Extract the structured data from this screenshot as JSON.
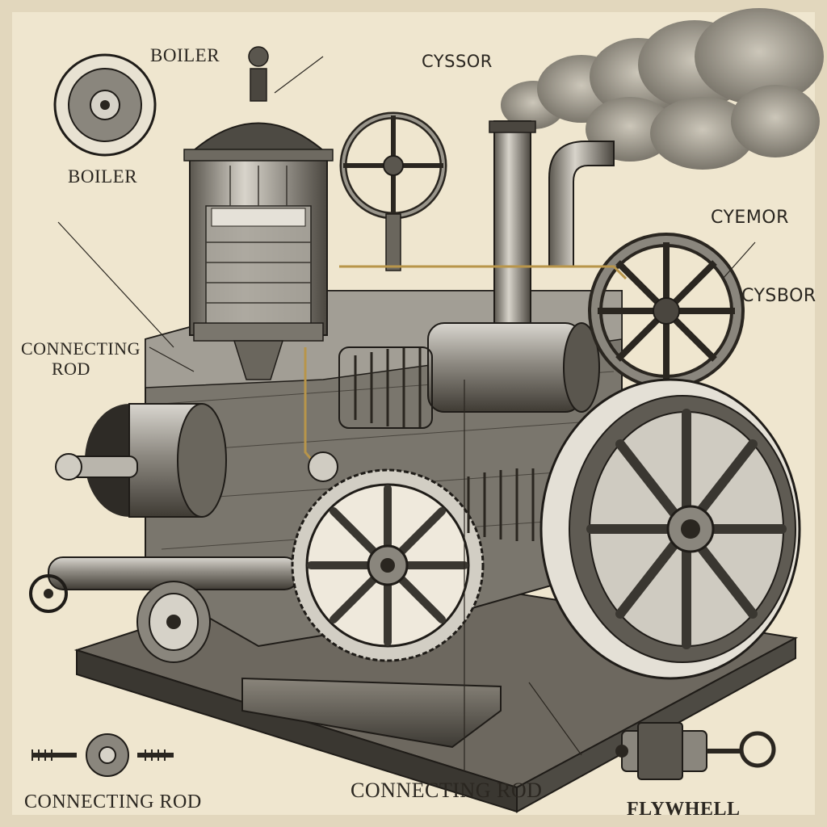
{
  "labels": {
    "boiler_top": "BOILER",
    "boiler_left": "BOILER",
    "cyssor": "CYSSOR",
    "cyemor": "CYEMOR",
    "cysbor": "CYSBOR",
    "connecting_rod_line1": "CONNECTING",
    "connecting_rod_line2": "ROD",
    "connecting_rod_bottom_left": "CONNECTING ROD",
    "connecting_rod_bottom_center": "CONNECTING ROD",
    "flywheel": "FLYWHELL"
  },
  "colors": {
    "paper": "#efe6cf",
    "ink": "#2a2620",
    "metal": "#9a968c",
    "metal_dark": "#4a463e",
    "steam": "#8c877d",
    "brass": "#b8954a"
  }
}
